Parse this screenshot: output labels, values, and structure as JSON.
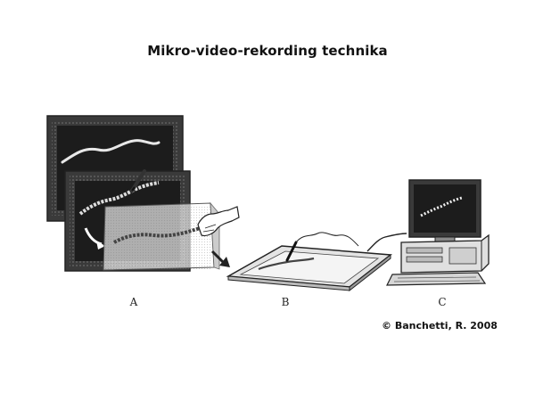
{
  "slide": {
    "title": "Mikro-video-rekording technika",
    "panel_labels": {
      "a": "A",
      "b": "B",
      "c": "C"
    },
    "credit": "© Banchetti, R. 2008"
  },
  "colors": {
    "background": "#ffffff",
    "screen": "#1c1c1c",
    "line_art": "#333333",
    "trace": "#e8e8e8"
  },
  "icons": {
    "monitor_back": "monitor-icon",
    "monitor_front": "monitor-icon",
    "hand": "hand-icon",
    "pen": "pen-icon",
    "tablet": "digitizer-tablet-icon",
    "computer": "computer-icon"
  }
}
